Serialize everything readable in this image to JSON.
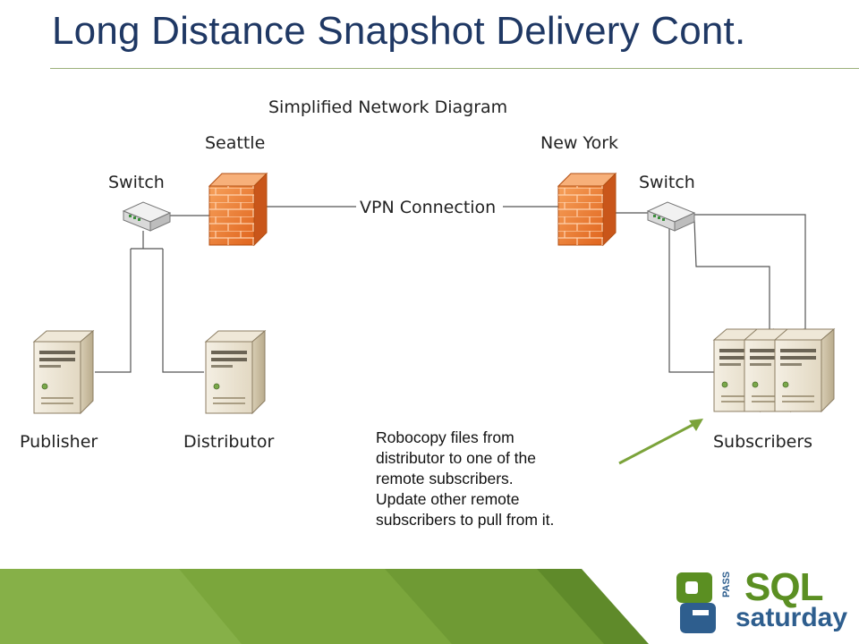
{
  "slide": {
    "title": "Long Distance Snapshot Delivery Cont."
  },
  "diagram": {
    "heading": "Simplified Network Diagram",
    "sites": {
      "left": "Seattle",
      "right": "New York"
    },
    "switch_left": "Switch",
    "switch_right": "Switch",
    "link": "VPN Connection",
    "nodes": {
      "publisher": "Publisher",
      "distributor": "Distributor",
      "subscribers": "Subscribers"
    }
  },
  "callout": {
    "lines": [
      "Robocopy files from",
      "distributor to one of the",
      "remote subscribers.",
      "Update other remote",
      "subscribers to pull from it."
    ]
  },
  "logo": {
    "top": "SQL",
    "bottom": "saturday",
    "side": "PASS"
  },
  "colors": {
    "title": "#1f3864",
    "firewall": "#f07a2c",
    "arrow": "#7ba33a",
    "footer_green": "#6f9a34"
  }
}
